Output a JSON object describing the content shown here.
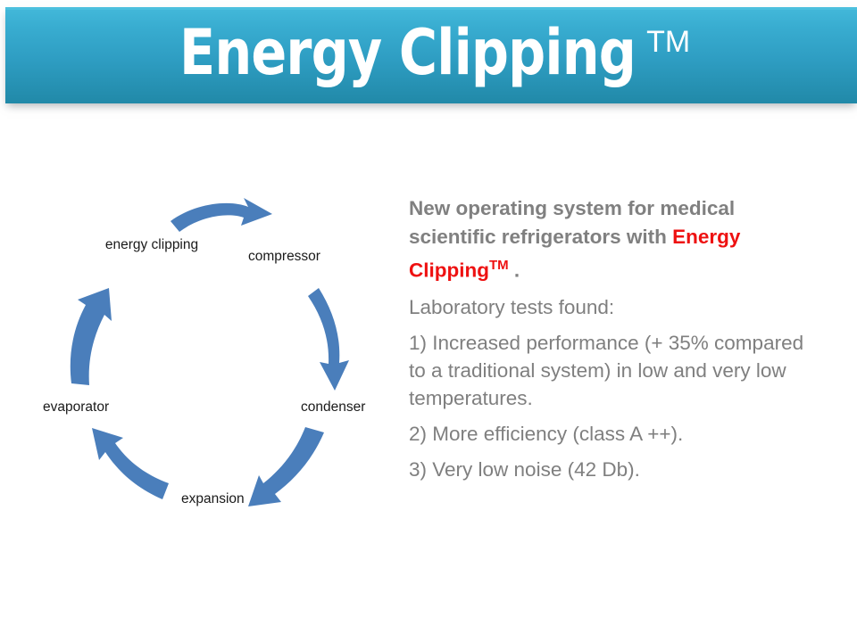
{
  "slide": {
    "title_main": "Energy Clipping",
    "title_tm": "TM",
    "accent_color": "#2e9dc2",
    "brand_red": "#ee1111",
    "body_gray": "#7f7f7f",
    "arrow_blue": "#4a7ebb"
  },
  "diagram": {
    "name": "refrigeration-cycle",
    "labels": [
      {
        "id": "energy-clipping",
        "text": "energy clipping"
      },
      {
        "id": "compressor",
        "text": "compressor"
      },
      {
        "id": "condenser",
        "text": "condenser"
      },
      {
        "id": "expansion",
        "text": "expansion"
      },
      {
        "id": "evaporator",
        "text": "evaporator"
      }
    ],
    "arrows": [
      {
        "from": "energy clipping",
        "to": "compressor",
        "direction": "right"
      },
      {
        "from": "compressor",
        "to": "condenser",
        "direction": "down"
      },
      {
        "from": "condenser",
        "to": "expansion",
        "direction": "down-left"
      },
      {
        "from": "expansion",
        "to": "evaporator",
        "direction": "up-left"
      },
      {
        "from": "evaporator",
        "to": "energy clipping",
        "direction": "up"
      }
    ]
  },
  "body": {
    "intro_before": "New operating system for medical scientific refrigerators with ",
    "intro_brand": "Energy Clipping",
    "intro_brand_tm": "TM",
    "intro_after": " .",
    "lead": "Laboratory tests found:",
    "points": [
      "1) Increased performance (+ 35% compared to a traditional system) in low and very low temperatures.",
      "2) More efficiency (class A ++).",
      "3) Very low noise (42 Db)."
    ]
  }
}
